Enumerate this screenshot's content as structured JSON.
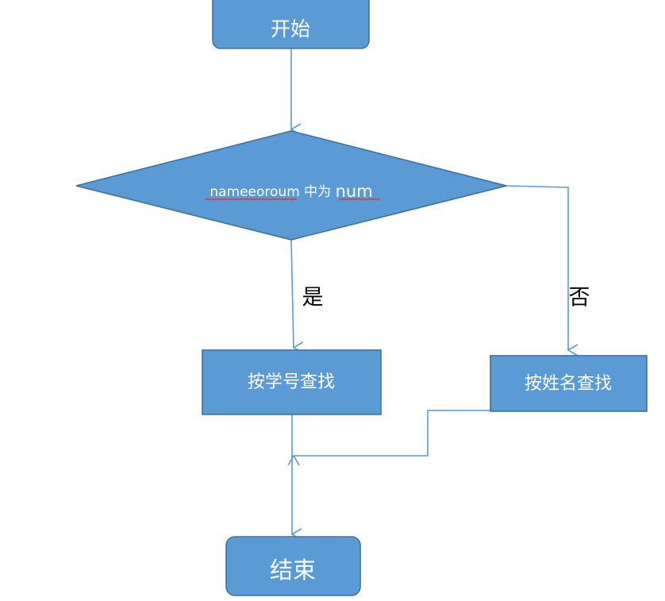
{
  "diagram": {
    "colors": {
      "fill": "#5b9bd5",
      "stroke": "#41719c",
      "line": "#5b9bd5",
      "text": "#ffffff",
      "label": "#000000",
      "spellcheck": "#e03030"
    },
    "nodes": {
      "start": {
        "shape": "rounded-rect",
        "text": "开始"
      },
      "decision": {
        "shape": "diamond",
        "text_part1": "nameeoroum",
        "text_part2": " 中为 ",
        "text_part3": "num"
      },
      "by_id": {
        "shape": "rect",
        "text": "按学号查找"
      },
      "by_name": {
        "shape": "rect",
        "text": "按姓名查找"
      },
      "end": {
        "shape": "rounded-rect",
        "text": "结束"
      }
    },
    "edge_labels": {
      "yes": "是",
      "no": "否"
    }
  }
}
